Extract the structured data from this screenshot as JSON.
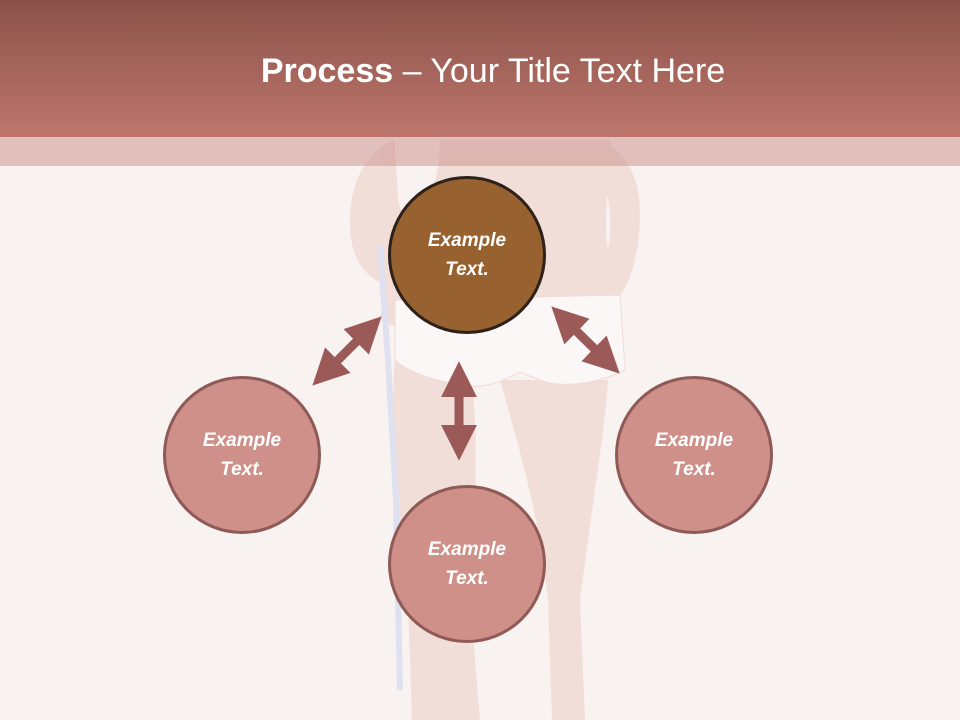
{
  "slide": {
    "title_bold": "Process",
    "title_rest": " – Your Title Text Here"
  },
  "nodes": {
    "center": "Example\nText.",
    "left": "Example\nText.",
    "right": "Example\nText.",
    "bottom": "Example\nText."
  },
  "colors": {
    "header": "#bd766c",
    "center_fill": "#97622f",
    "outer_fill": "#ce9089",
    "arrow": "#9b5a58"
  }
}
